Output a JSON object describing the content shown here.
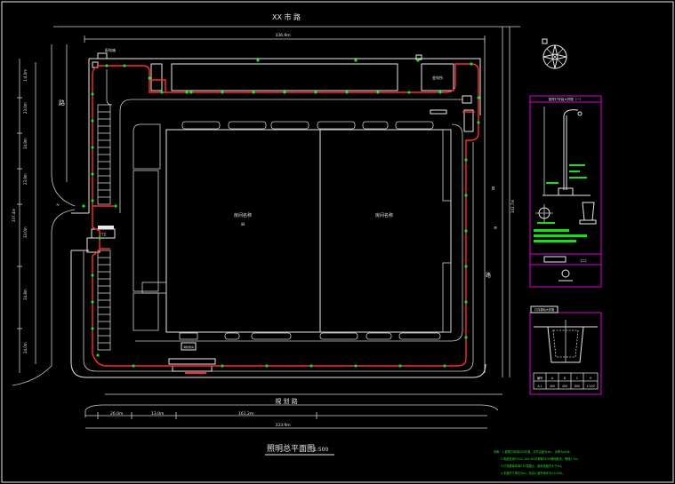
{
  "drawing": {
    "title": "照明总平面图",
    "scale": "1:500",
    "top_road_label": "XX 市 路",
    "bottom_road_label": "規 划 路",
    "left_road_label": "路",
    "right_road_label": "路",
    "building_left_label": "房间名称",
    "building_right_label": "房间名称",
    "top_dim": "336.9m",
    "bottom_dim_total": "333.9m",
    "bottom_dims": [
      "26.0m",
      "13.0m",
      "161.2m"
    ],
    "left_dims": [
      "1:4.0m",
      "23.0m",
      "34.9m",
      "23.9m",
      "33.0m",
      "34.8m",
      "34.0m"
    ],
    "left_total": "337.4m",
    "right_total": "342.7m",
    "box_top_right": "变电所",
    "box_gate": "门卫",
    "box_side": "配电箱",
    "box_bottom": "消防泵房",
    "lamp_panel_title": "庭院灯安装大样图（一）",
    "lamp_panel_footer": "(二)",
    "found_panel_title": "灯具基础大样图",
    "found_table": [
      [
        "编号",
        "A",
        "B",
        "C",
        "H"
      ],
      [
        "A-1",
        "400",
        "400",
        "600",
        "1:100"
      ]
    ],
    "notes": [
      "说明：1.庭院灯采用LED光源，灯杆高度为4m，功率为40W。",
      "2.电缆采用YJV22-1kV-4X16穿管SC50埋地敷设，埋深0.7m。",
      "3.灯具基础采用C25混凝土，接地电阻不大于4Ω。",
      "4.本图尺寸单位为m，标高以室外地坪为±0.000。"
    ]
  },
  "colors": {
    "background": "#000000",
    "line": "#e8e8e8",
    "cable": "#ff2a2a",
    "lamp": "#18e018",
    "panel": "#e000e0"
  }
}
